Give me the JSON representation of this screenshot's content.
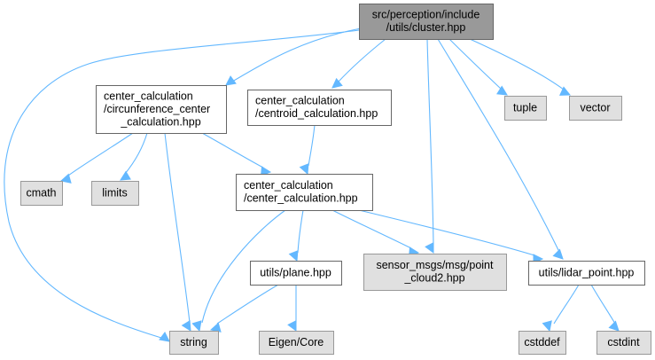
{
  "diagram": {
    "type": "include-dependency-graph",
    "colors": {
      "edge": "#63b8ff",
      "root_fill": "#999999",
      "root_border": "#666666",
      "local_fill": "#ffffff",
      "local_border": "#666666",
      "external_fill": "#e0e0e0",
      "external_border": "#999999"
    },
    "nodes": [
      {
        "id": "cluster",
        "kind": "root",
        "lines": [
          "src/perception/include",
          "/utils/cluster.hpp"
        ]
      },
      {
        "id": "circ",
        "kind": "local",
        "lines": [
          "center_calculation",
          "/circunference_center",
          "_calculation.hpp"
        ]
      },
      {
        "id": "centroid",
        "kind": "local",
        "lines": [
          "center_calculation",
          "/centroid_calculation.hpp"
        ]
      },
      {
        "id": "tuple",
        "kind": "external",
        "lines": [
          "tuple"
        ]
      },
      {
        "id": "vector",
        "kind": "external",
        "lines": [
          "vector"
        ]
      },
      {
        "id": "cmath",
        "kind": "external",
        "lines": [
          "cmath"
        ]
      },
      {
        "id": "limits",
        "kind": "external",
        "lines": [
          "limits"
        ]
      },
      {
        "id": "center",
        "kind": "local",
        "lines": [
          "center_calculation",
          "/center_calculation.hpp"
        ]
      },
      {
        "id": "plane",
        "kind": "local",
        "lines": [
          "utils/plane.hpp"
        ]
      },
      {
        "id": "pc2",
        "kind": "external",
        "lines": [
          "sensor_msgs/msg/point",
          "_cloud2.hpp"
        ]
      },
      {
        "id": "lidar",
        "kind": "local",
        "lines": [
          "utils/lidar_point.hpp"
        ]
      },
      {
        "id": "string",
        "kind": "external",
        "lines": [
          "string"
        ]
      },
      {
        "id": "eigen",
        "kind": "external",
        "lines": [
          "Eigen/Core"
        ]
      },
      {
        "id": "cstddef",
        "kind": "external",
        "lines": [
          "cstddef"
        ]
      },
      {
        "id": "cstdint",
        "kind": "external",
        "lines": [
          "cstdint"
        ]
      }
    ],
    "edges": [
      {
        "from": "cluster",
        "to": "circ"
      },
      {
        "from": "cluster",
        "to": "centroid"
      },
      {
        "from": "cluster",
        "to": "tuple"
      },
      {
        "from": "cluster",
        "to": "vector"
      },
      {
        "from": "cluster",
        "to": "string"
      },
      {
        "from": "cluster",
        "to": "pc2"
      },
      {
        "from": "cluster",
        "to": "lidar"
      },
      {
        "from": "circ",
        "to": "cmath"
      },
      {
        "from": "circ",
        "to": "limits"
      },
      {
        "from": "circ",
        "to": "center"
      },
      {
        "from": "circ",
        "to": "string"
      },
      {
        "from": "centroid",
        "to": "center"
      },
      {
        "from": "center",
        "to": "string"
      },
      {
        "from": "center",
        "to": "plane"
      },
      {
        "from": "center",
        "to": "pc2"
      },
      {
        "from": "center",
        "to": "lidar"
      },
      {
        "from": "plane",
        "to": "string"
      },
      {
        "from": "plane",
        "to": "eigen"
      },
      {
        "from": "lidar",
        "to": "cstddef"
      },
      {
        "from": "lidar",
        "to": "cstdint"
      }
    ]
  }
}
